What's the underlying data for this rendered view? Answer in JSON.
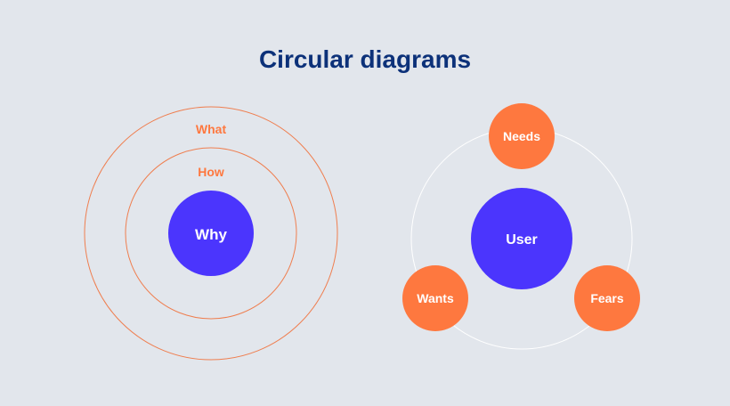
{
  "title": "Circular diagrams",
  "colors": {
    "background": "#e2e6ec",
    "title": "#0c3179",
    "accent_blue": "#4b35fd",
    "accent_orange": "#fe783f",
    "ring_line": "#ef7e4f",
    "orbit_line": "#ffffff",
    "text_on_fill": "#ffffff"
  },
  "golden_circle": {
    "outer_label": "What",
    "middle_label": "How",
    "core_label": "Why"
  },
  "user_orbit": {
    "center_label": "User",
    "satellites": [
      "Needs",
      "Wants",
      "Fears"
    ]
  }
}
